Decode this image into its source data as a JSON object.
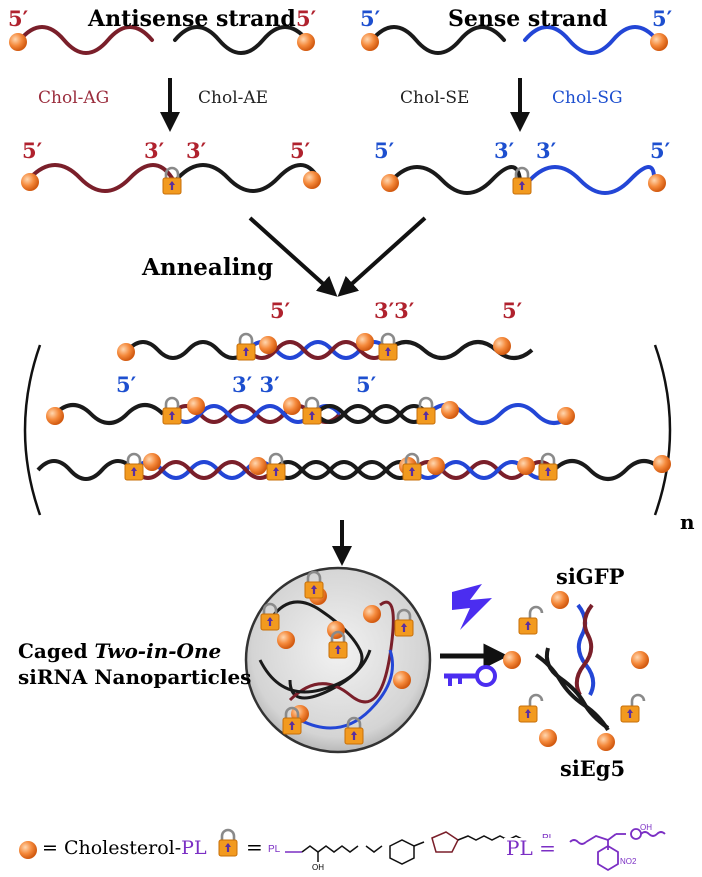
{
  "labels": {
    "antisense_strand": "Antisense strand",
    "sense_strand": "Sense strand",
    "five_prime": "5′",
    "three_prime": "3′",
    "three_three_prime": "3′3′",
    "three_prime_pair": "3′ 3′",
    "chol_ag": "Chol-AG",
    "chol_ae": "Chol-AE",
    "chol_se": "Chol-SE",
    "chol_sg": "Chol-SG",
    "annealing": "Annealing",
    "n": "n",
    "caged_prefix": "Caged ",
    "caged_two_in_one": "Two-in-One",
    "sirna_nanoparticles": "siRNA Nanoparticles",
    "sigfp": "siGFP",
    "sieg5": "siEg5",
    "legend_ball_eq": "= Cholesterol-",
    "legend_pl": "PL",
    "legend_lock_eq": "=",
    "legend_pl_eq": "PL  =",
    "struct_pl": "PL",
    "struct_oh": "OH",
    "struct_no2": "NO2"
  },
  "colors": {
    "strand_black": "#1a1a1a",
    "strand_red": "#7a1f2a",
    "strand_blue": "#2346d6",
    "label_red": "#b0222e",
    "label_blue": "#1d4fcf",
    "lock_orange": "#f29a1f",
    "ball_orange": "#f07a2a",
    "pl_purple": "#7b2fc4",
    "particle_fill": "#dedede"
  }
}
